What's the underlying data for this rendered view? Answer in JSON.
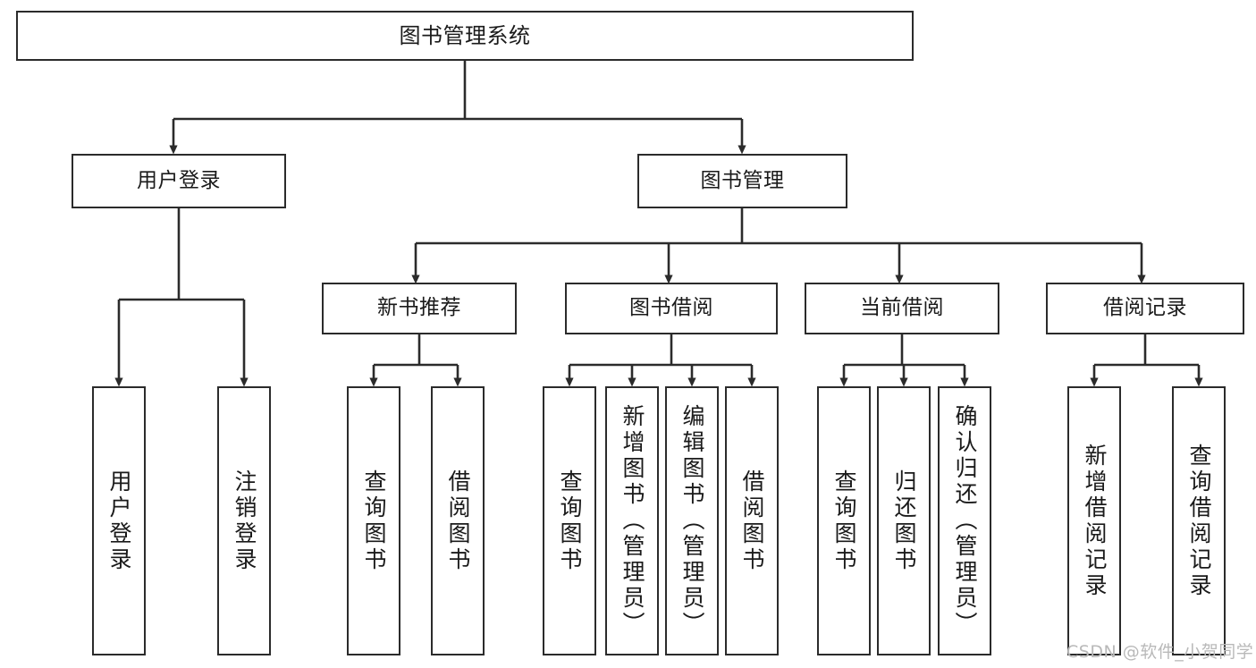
{
  "diagram": {
    "type": "tree-hierarchy",
    "title": "图书管理系统",
    "orientation": "top-down",
    "line_color": "#2b2b2b",
    "box_fill": "#ffffff",
    "levels": 4
  },
  "nodes": {
    "root": {
      "label": "图书管理系统"
    },
    "level2": [
      {
        "id": "user-login",
        "label": "用户登录"
      },
      {
        "id": "book-management",
        "label": "图书管理"
      }
    ],
    "level3": [
      {
        "id": "new-book-recommend",
        "label": "新书推荐"
      },
      {
        "id": "book-borrow",
        "label": "图书借阅"
      },
      {
        "id": "current-borrow",
        "label": "当前借阅"
      },
      {
        "id": "borrow-record",
        "label": "借阅记录"
      }
    ],
    "leaves": [
      {
        "id": "leaf-user-login",
        "label": "用户登录",
        "parent": "user-login"
      },
      {
        "id": "leaf-user-logout",
        "label": "注销登录",
        "parent": "user-login"
      },
      {
        "id": "leaf-query-book-1",
        "label": "查询图书",
        "parent": "new-book-recommend"
      },
      {
        "id": "leaf-borrow-book-1",
        "label": "借阅图书",
        "parent": "new-book-recommend"
      },
      {
        "id": "leaf-query-book-2",
        "label": "查询图书",
        "parent": "book-borrow"
      },
      {
        "id": "leaf-add-book",
        "label": "新增图书（管理员）",
        "parent": "book-borrow"
      },
      {
        "id": "leaf-edit-book",
        "label": "编辑图书（管理员）",
        "parent": "book-borrow"
      },
      {
        "id": "leaf-borrow-book-2",
        "label": "借阅图书",
        "parent": "book-borrow"
      },
      {
        "id": "leaf-query-book-3",
        "label": "查询图书",
        "parent": "current-borrow"
      },
      {
        "id": "leaf-return-book",
        "label": "归还图书",
        "parent": "current-borrow"
      },
      {
        "id": "leaf-confirm-return",
        "label": "确认归还（管理员）",
        "parent": "current-borrow"
      },
      {
        "id": "leaf-add-record",
        "label": "新增借阅记录",
        "parent": "borrow-record"
      },
      {
        "id": "leaf-query-record",
        "label": "查询借阅记录",
        "parent": "borrow-record"
      }
    ]
  },
  "watermark": {
    "text": "CSDN @软件_小贺同学"
  }
}
